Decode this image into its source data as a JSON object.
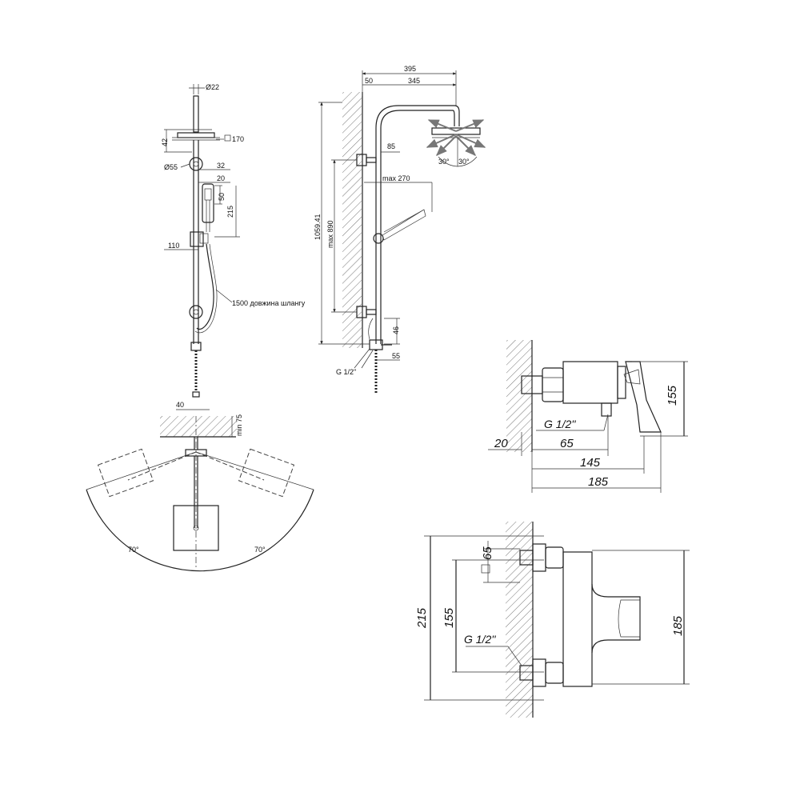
{
  "front_view": {
    "dim_pipe_dia": "Ø22",
    "dim_head_height": "42",
    "dim_head_square": "170",
    "dim_bracket_dia": "Ø55",
    "dim_32": "32",
    "dim_20": "20",
    "dim_50": "50",
    "dim_215": "215",
    "dim_110": "110",
    "hose_note": "1500 довжина шлангу"
  },
  "side_view": {
    "dim_395": "395",
    "dim_50": "50",
    "dim_345": "345",
    "dim_85": "85",
    "dim_max270": "max 270",
    "dim_total": "1059.41",
    "dim_max890": "max 890",
    "dim_46": "46",
    "dim_55": "55",
    "thread": "G 1/2\"",
    "angle_left": "30°",
    "angle_right": "30°"
  },
  "top_view": {
    "dim_40": "40",
    "dim_min75": "min 75",
    "angle_left": "70°",
    "angle_right": "70°"
  },
  "mixer_side": {
    "dim_155": "155",
    "thread": "G 1/2''",
    "dim_20": "20",
    "dim_65": "65",
    "dim_145": "145",
    "dim_185": "185"
  },
  "mixer_front": {
    "dim_sq65": "65",
    "dim_215": "215",
    "dim_155": "155",
    "thread": "G 1/2''",
    "dim_185": "185"
  }
}
